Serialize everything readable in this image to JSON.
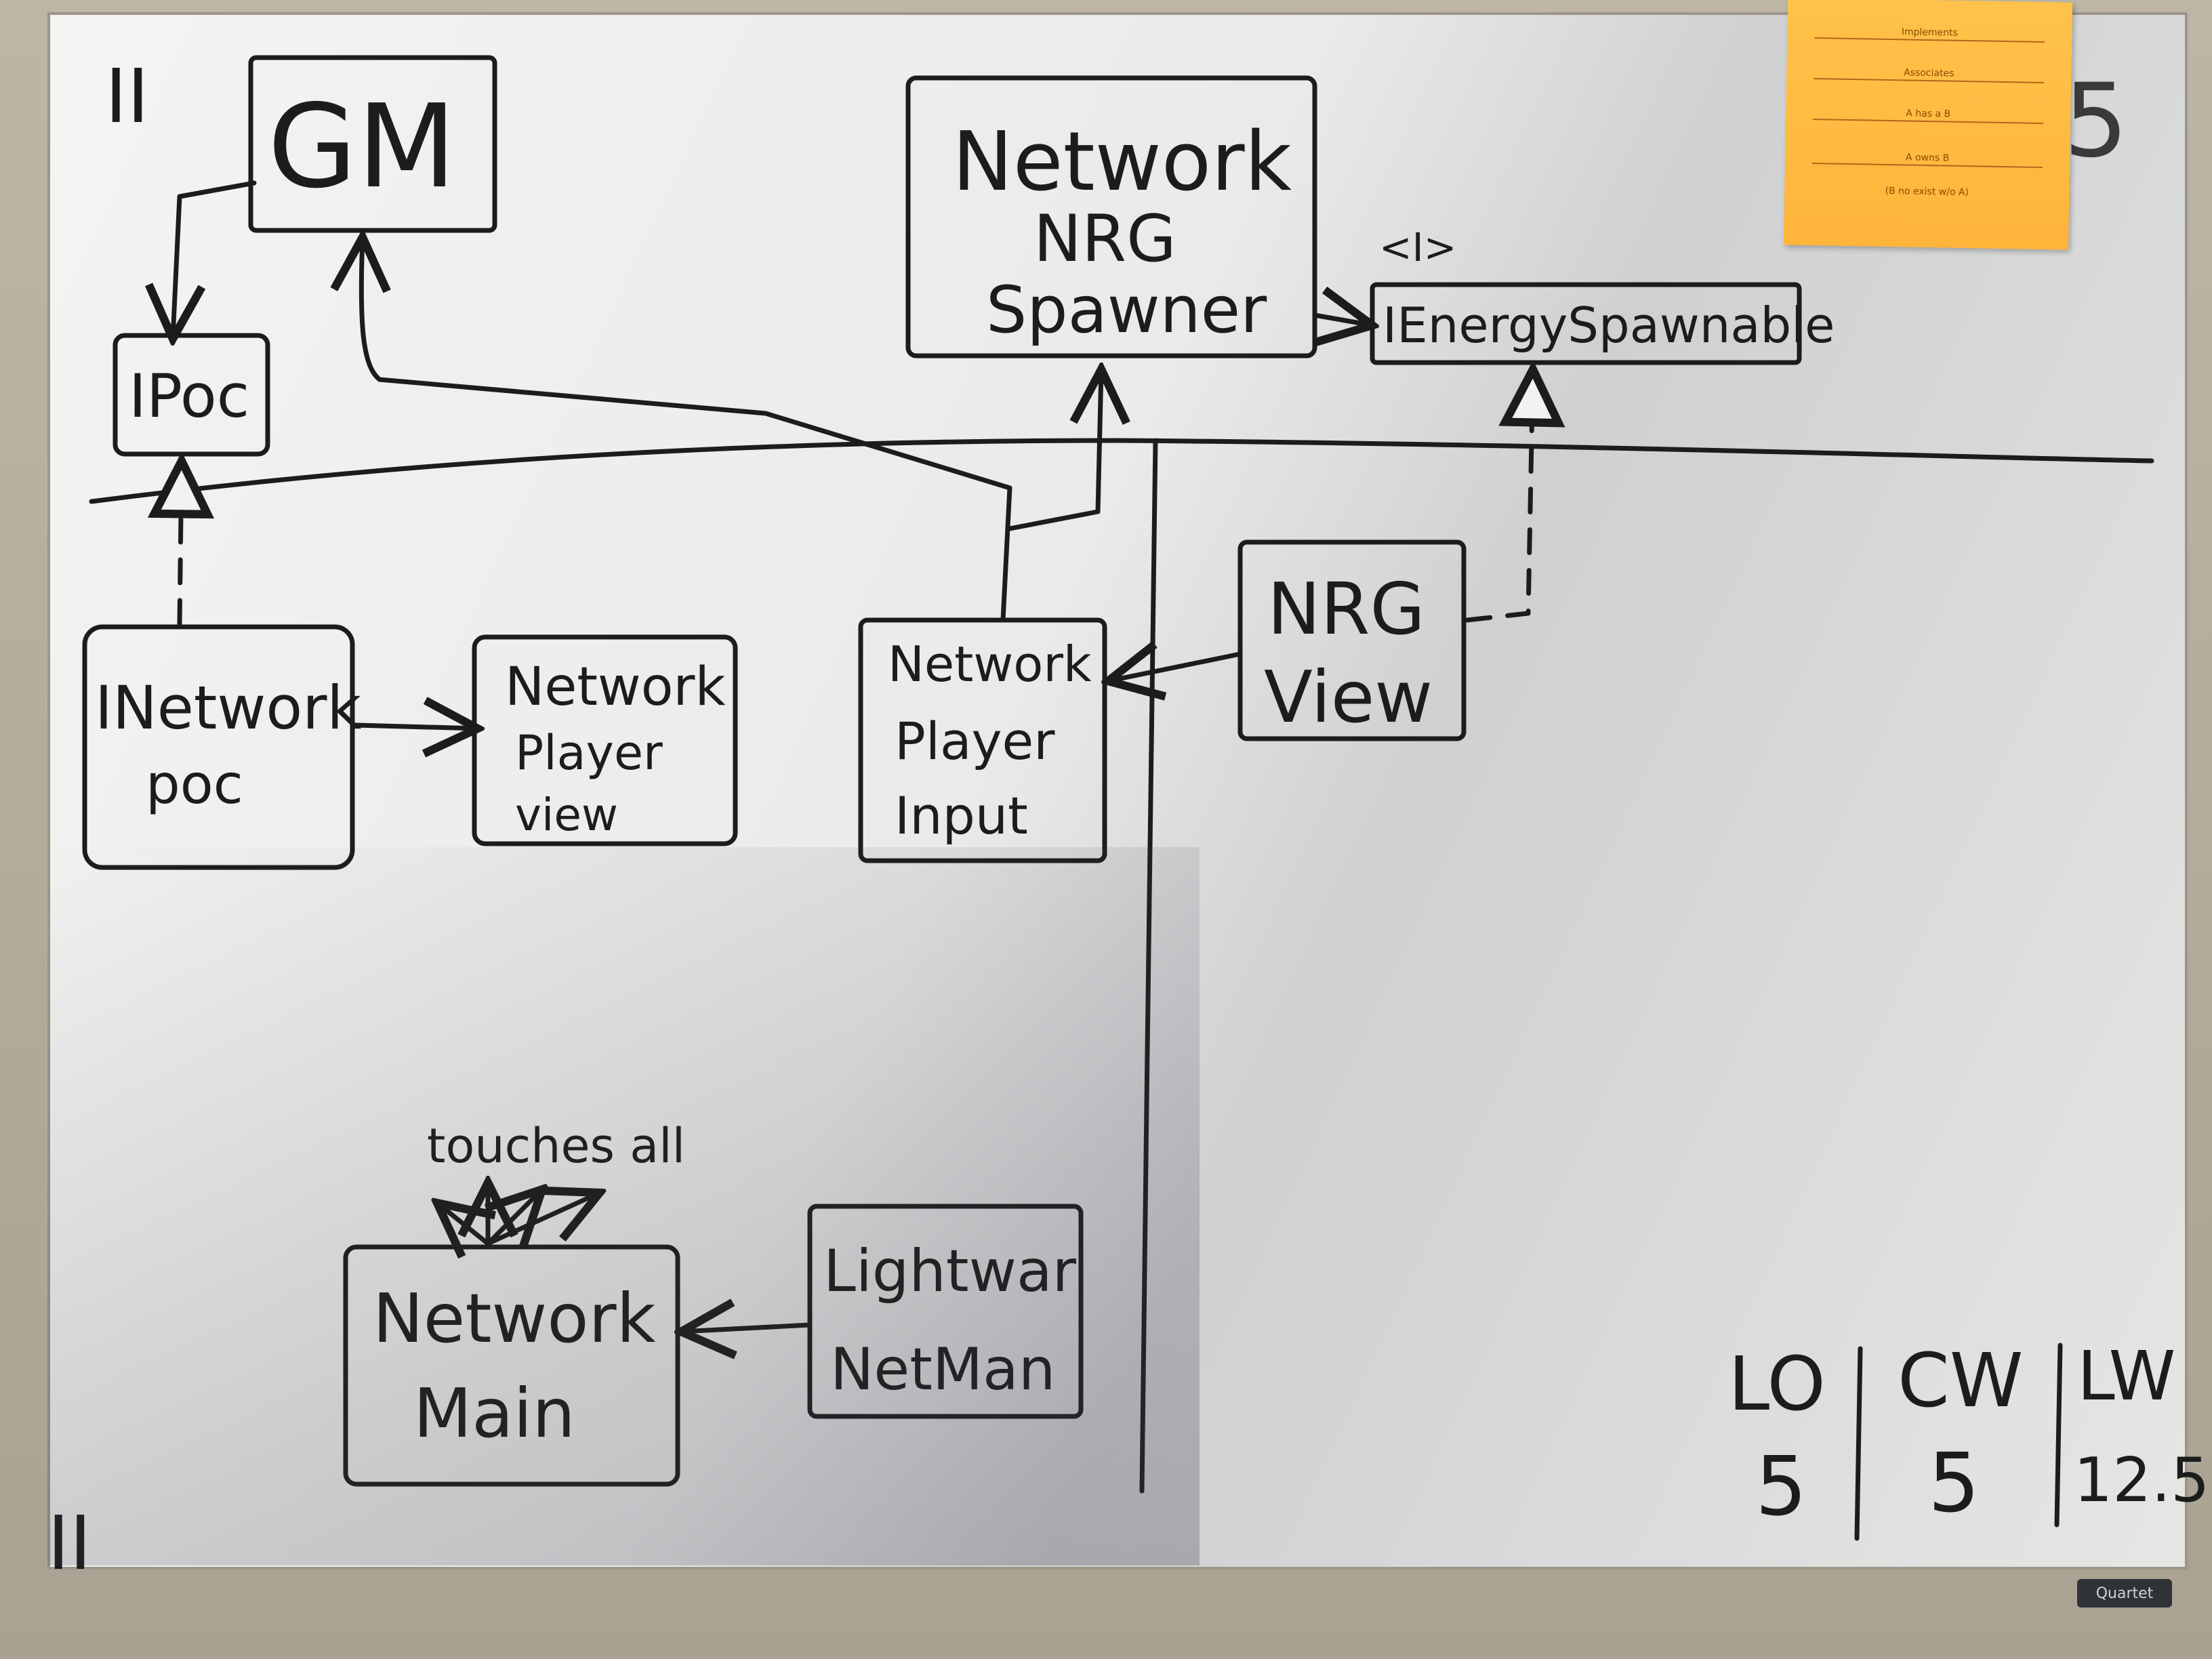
{
  "diagram": {
    "corner_marks": {
      "top_left": "II",
      "bottom_left": "II",
      "top_right": "5"
    },
    "nodes": {
      "gm": [
        "GM"
      ],
      "network_nrg_spawner": [
        "Network",
        "NRG",
        "Spawner"
      ],
      "interface_stereotype": "<I>",
      "ienergy_spawnable": [
        "IEnergySpawnable"
      ],
      "ipoc": [
        "IPoc"
      ],
      "network_poc": [
        "INetwork",
        "poc"
      ],
      "network_player_view": [
        "Network",
        "Player",
        "view"
      ],
      "network_player_input": [
        "Network",
        "Player",
        "Input"
      ],
      "nrg_view": [
        "NRG",
        "View"
      ],
      "network_main": [
        "Network",
        "Main"
      ],
      "lightwar_netman": [
        "Lightwar",
        "NetMan"
      ]
    },
    "annotation": "touches all",
    "scores": [
      {
        "label": "LO",
        "value": "5"
      },
      {
        "label": "CW",
        "value": "5"
      },
      {
        "label": "LW",
        "value": "12.5"
      }
    ],
    "legend_note": [
      "Implements",
      "Associates",
      "A has a B",
      "A owns B",
      "(B no exist w/o A)"
    ],
    "brand": "Quartet"
  }
}
